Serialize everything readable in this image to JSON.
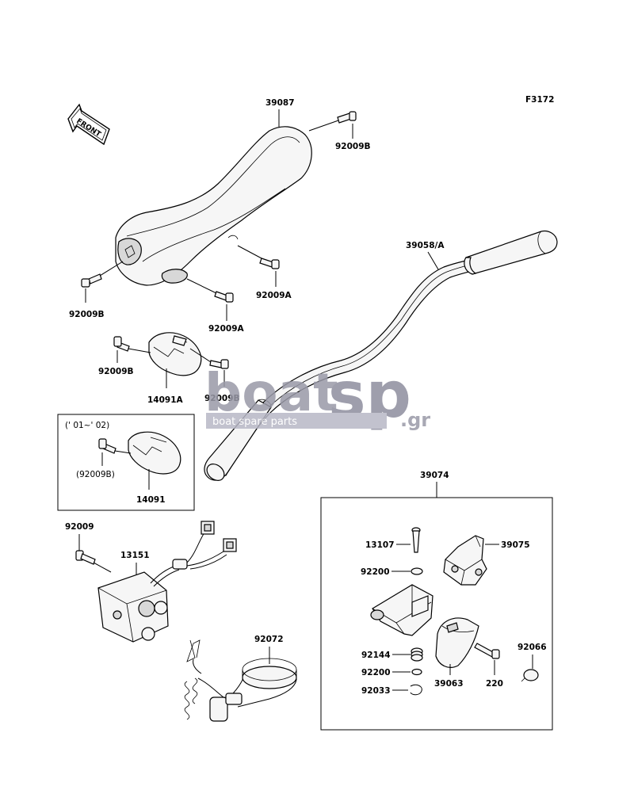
{
  "figure_code": "F3172",
  "front_marker": "FRONT",
  "labels": {
    "handle_pad": "39087",
    "screw_top_right": "92009B",
    "screw_mid_right": "92009A",
    "screw_left": "92009B",
    "screw_lower": "92009A",
    "handlebar": "39058/A",
    "screw_cover_left": "92009B",
    "cover": "14091A",
    "screw_cover_right": "92009B",
    "variant_years": "(' 01~' 02)",
    "variant_screw": "(92009B)",
    "variant_cover": "14091",
    "switch_screw": "92009",
    "switch": "13151",
    "lanyard": "92072",
    "throttle_assembly": "39074",
    "pin": "13107",
    "lever": "39075",
    "washer_upper": "92200",
    "spring": "92144",
    "washer_lower": "92200",
    "circlip": "92033",
    "throttle_case": "39063",
    "bolt": "220",
    "cap": "92066"
  },
  "watermark": {
    "brand_left": "boat",
    "brand_right": "sp",
    "domain": ".gr",
    "tagline": "boat spare parts"
  },
  "colors": {
    "watermark_gray": "#9a9aa8",
    "watermark_tagline_bg": "#b8b8c6",
    "line": "#000000"
  }
}
